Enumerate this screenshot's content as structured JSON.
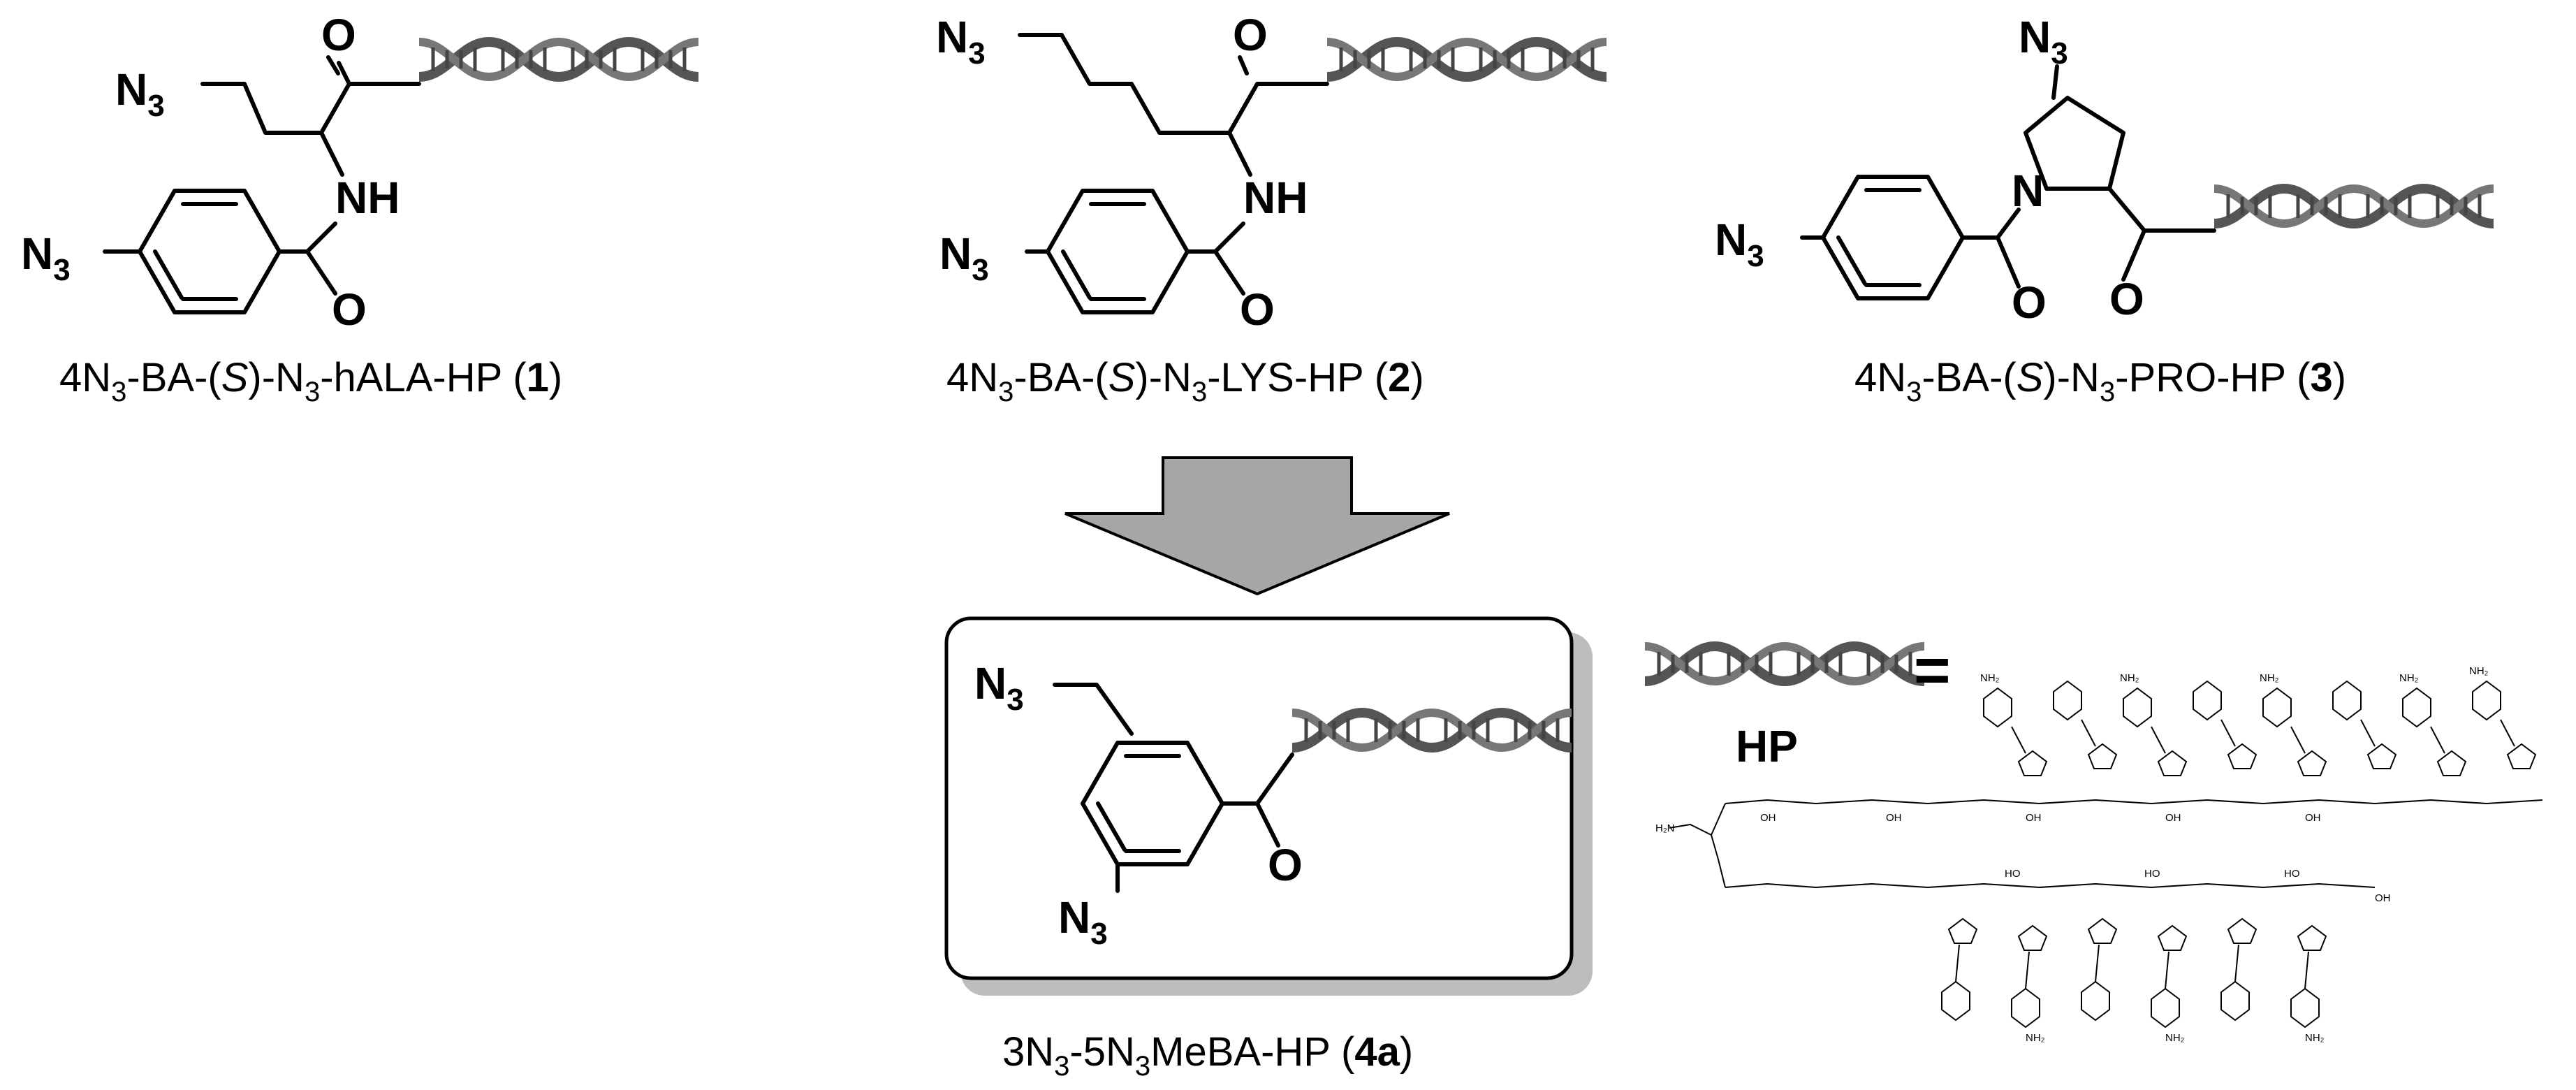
{
  "compounds": [
    {
      "id": "1",
      "label_pre": "4N",
      "label_sub1": "3",
      "label_mid1": "-BA-(",
      "label_s": "S",
      "label_mid2": ")-N",
      "label_sub2": "3",
      "label_post": "-hALA-HP (",
      "label_num": "1",
      "label_end": ")"
    },
    {
      "id": "2",
      "label_pre": "4N",
      "label_sub1": "3",
      "label_mid1": "-BA-(",
      "label_s": "S",
      "label_mid2": ")-N",
      "label_sub2": "3",
      "label_post": "-LYS-HP (",
      "label_num": "2",
      "label_end": ")"
    },
    {
      "id": "3",
      "label_pre": "4N",
      "label_sub1": "3",
      "label_mid1": "-BA-(",
      "label_s": "S",
      "label_mid2": ")-N",
      "label_sub2": "3",
      "label_post": "-PRO-HP (",
      "label_num": "3",
      "label_end": ")"
    }
  ],
  "product": {
    "label_pre": "3N",
    "label_sub1": "3",
    "label_mid": "-5N",
    "label_sub2": "3",
    "label_post": "MeBA-HP (",
    "label_num": "4a",
    "label_end": ")"
  },
  "atoms": {
    "N": "N",
    "sub3": "3",
    "O": "O",
    "NH": "NH",
    "H2": "NH₂",
    "OH": "OH",
    "HO": "HO",
    "H2N": "H₂N"
  },
  "legend": {
    "hp": "HP",
    "equals": "="
  },
  "colors": {
    "helix": "#555555",
    "arrow": "#a6a6a6",
    "box_shadow": "#bdbdbd"
  }
}
